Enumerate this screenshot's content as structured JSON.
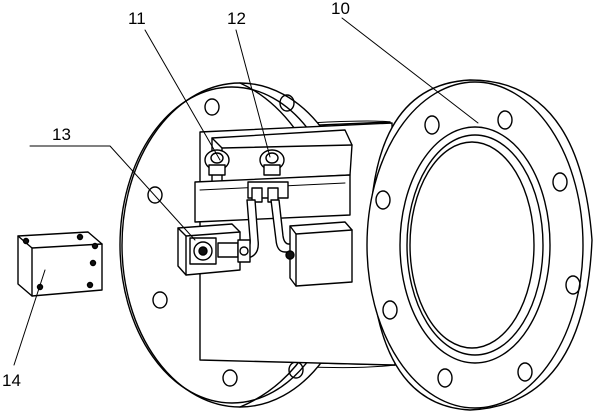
{
  "figure": {
    "labels": {
      "part_10": "10",
      "part_11": "11",
      "part_12": "12",
      "part_13": "13",
      "part_14": "14"
    },
    "parts": {
      "part_10": "pipe-body-with-flanges",
      "part_11": "fitting",
      "part_12": "fitting",
      "part_13": "sensor-module",
      "part_14": "terminal-box"
    },
    "colors": {
      "line": "#000000",
      "background": "#ffffff"
    }
  }
}
